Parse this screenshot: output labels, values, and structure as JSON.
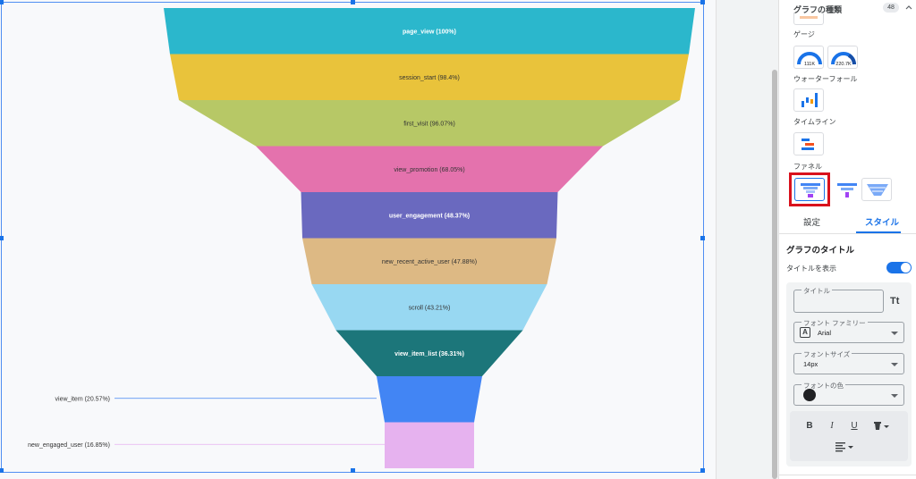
{
  "canvas": {
    "funnel": [
      {
        "label": "page_view (100%)",
        "color": "#2bb7cc",
        "light_text": true
      },
      {
        "label": "session_start (98.4%)",
        "color": "#e9c33b",
        "light_text": false
      },
      {
        "label": "first_visit (96.07%)",
        "color": "#b7c866",
        "light_text": false
      },
      {
        "label": "view_promotion (68.05%)",
        "color": "#e472ad",
        "light_text": false
      },
      {
        "label": "user_engagement (48.37%)",
        "color": "#6a69bf",
        "light_text": true
      },
      {
        "label": "new_recent_active_user (47.88%)",
        "color": "#ddb984",
        "light_text": false
      },
      {
        "label": "scroll (43.21%)",
        "color": "#98d8f2",
        "light_text": false
      },
      {
        "label": "view_item_list (36.31%)",
        "color": "#1c767a",
        "light_text": true
      },
      {
        "label": "view_item (20.57%)",
        "color": "#4285f4",
        "light_text": false
      },
      {
        "label": "new_engaged_user (16.85%)",
        "color": "#e6b2ef",
        "light_text": false
      }
    ]
  },
  "panel": {
    "chart_type_heading": "グラフの種類",
    "chart_type_count": "48",
    "gauge_label": "ゲージ",
    "gauge_values": [
      "111K",
      "220.7K"
    ],
    "waterfall_label": "ウォーターフォール",
    "timeline_label": "タイムライン",
    "funnel_label": "ファネル",
    "tab_setup": "設定",
    "tab_style": "スタイル",
    "chart_title_heading": "グラフのタイトル",
    "show_title_label": "タイトルを表示",
    "show_title_on": true,
    "title_field_label": "タイトル",
    "title_field_value": "",
    "tt_icon": "Tt",
    "font_family_label": "フォント ファミリー",
    "font_family_value": "Arial",
    "font_family_icon": "A",
    "font_size_label": "フォントサイズ",
    "font_size_value": "14px",
    "font_color_label": "フォントの色",
    "font_color_value": "#202124",
    "format_buttons": [
      "B",
      "I",
      "U"
    ],
    "accent_color": "#1a73e8"
  }
}
